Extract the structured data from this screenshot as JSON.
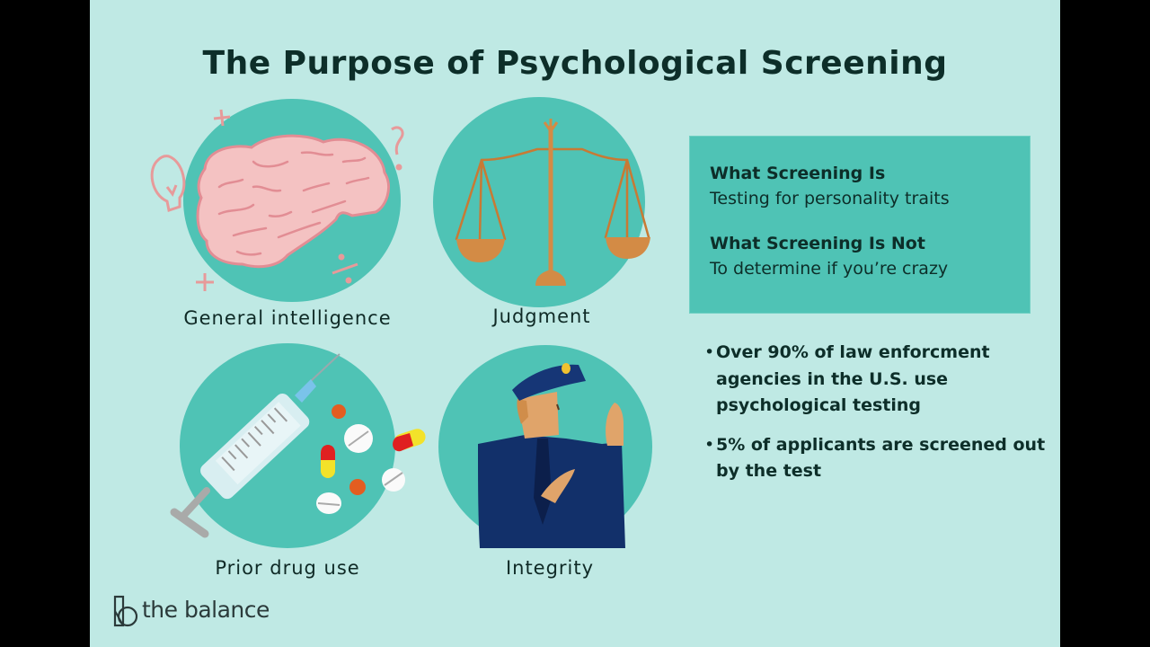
{
  "title": "The Purpose of Psychological Screening",
  "colors": {
    "background": "#bfe9e4",
    "circle": "#4fc3b5",
    "text": "#0d2e29",
    "letterbox": "#000000",
    "brain": "#f4c2c2",
    "scale": "#d38b45",
    "uniform": "#12306a",
    "skin": "#e0a46a"
  },
  "tiles": [
    {
      "id": "general-intelligence",
      "caption": "General intelligence",
      "icon": "brain-icon"
    },
    {
      "id": "judgment",
      "caption": "Judgment",
      "icon": "scales-of-justice-icon"
    },
    {
      "id": "prior-drug-use",
      "caption": "Prior drug use",
      "icon": "syringe-and-pills-icon"
    },
    {
      "id": "integrity",
      "caption": "Integrity",
      "icon": "police-officer-oath-icon"
    }
  ],
  "infobox": {
    "is_heading": "What Screening Is",
    "is_text": "Testing for personality traits",
    "is_not_heading": "What Screening Is Not",
    "is_not_text": "To determine if you’re crazy"
  },
  "bullets": [
    {
      "marker": "•",
      "text": "Over 90% of law enforcment agencies in the U.S. use psychological testing"
    },
    {
      "marker": "•",
      "text": "5% of applicants are screened out by the test"
    }
  ],
  "logo": {
    "text": "the balance",
    "icon": "the-balance-logo-icon"
  }
}
